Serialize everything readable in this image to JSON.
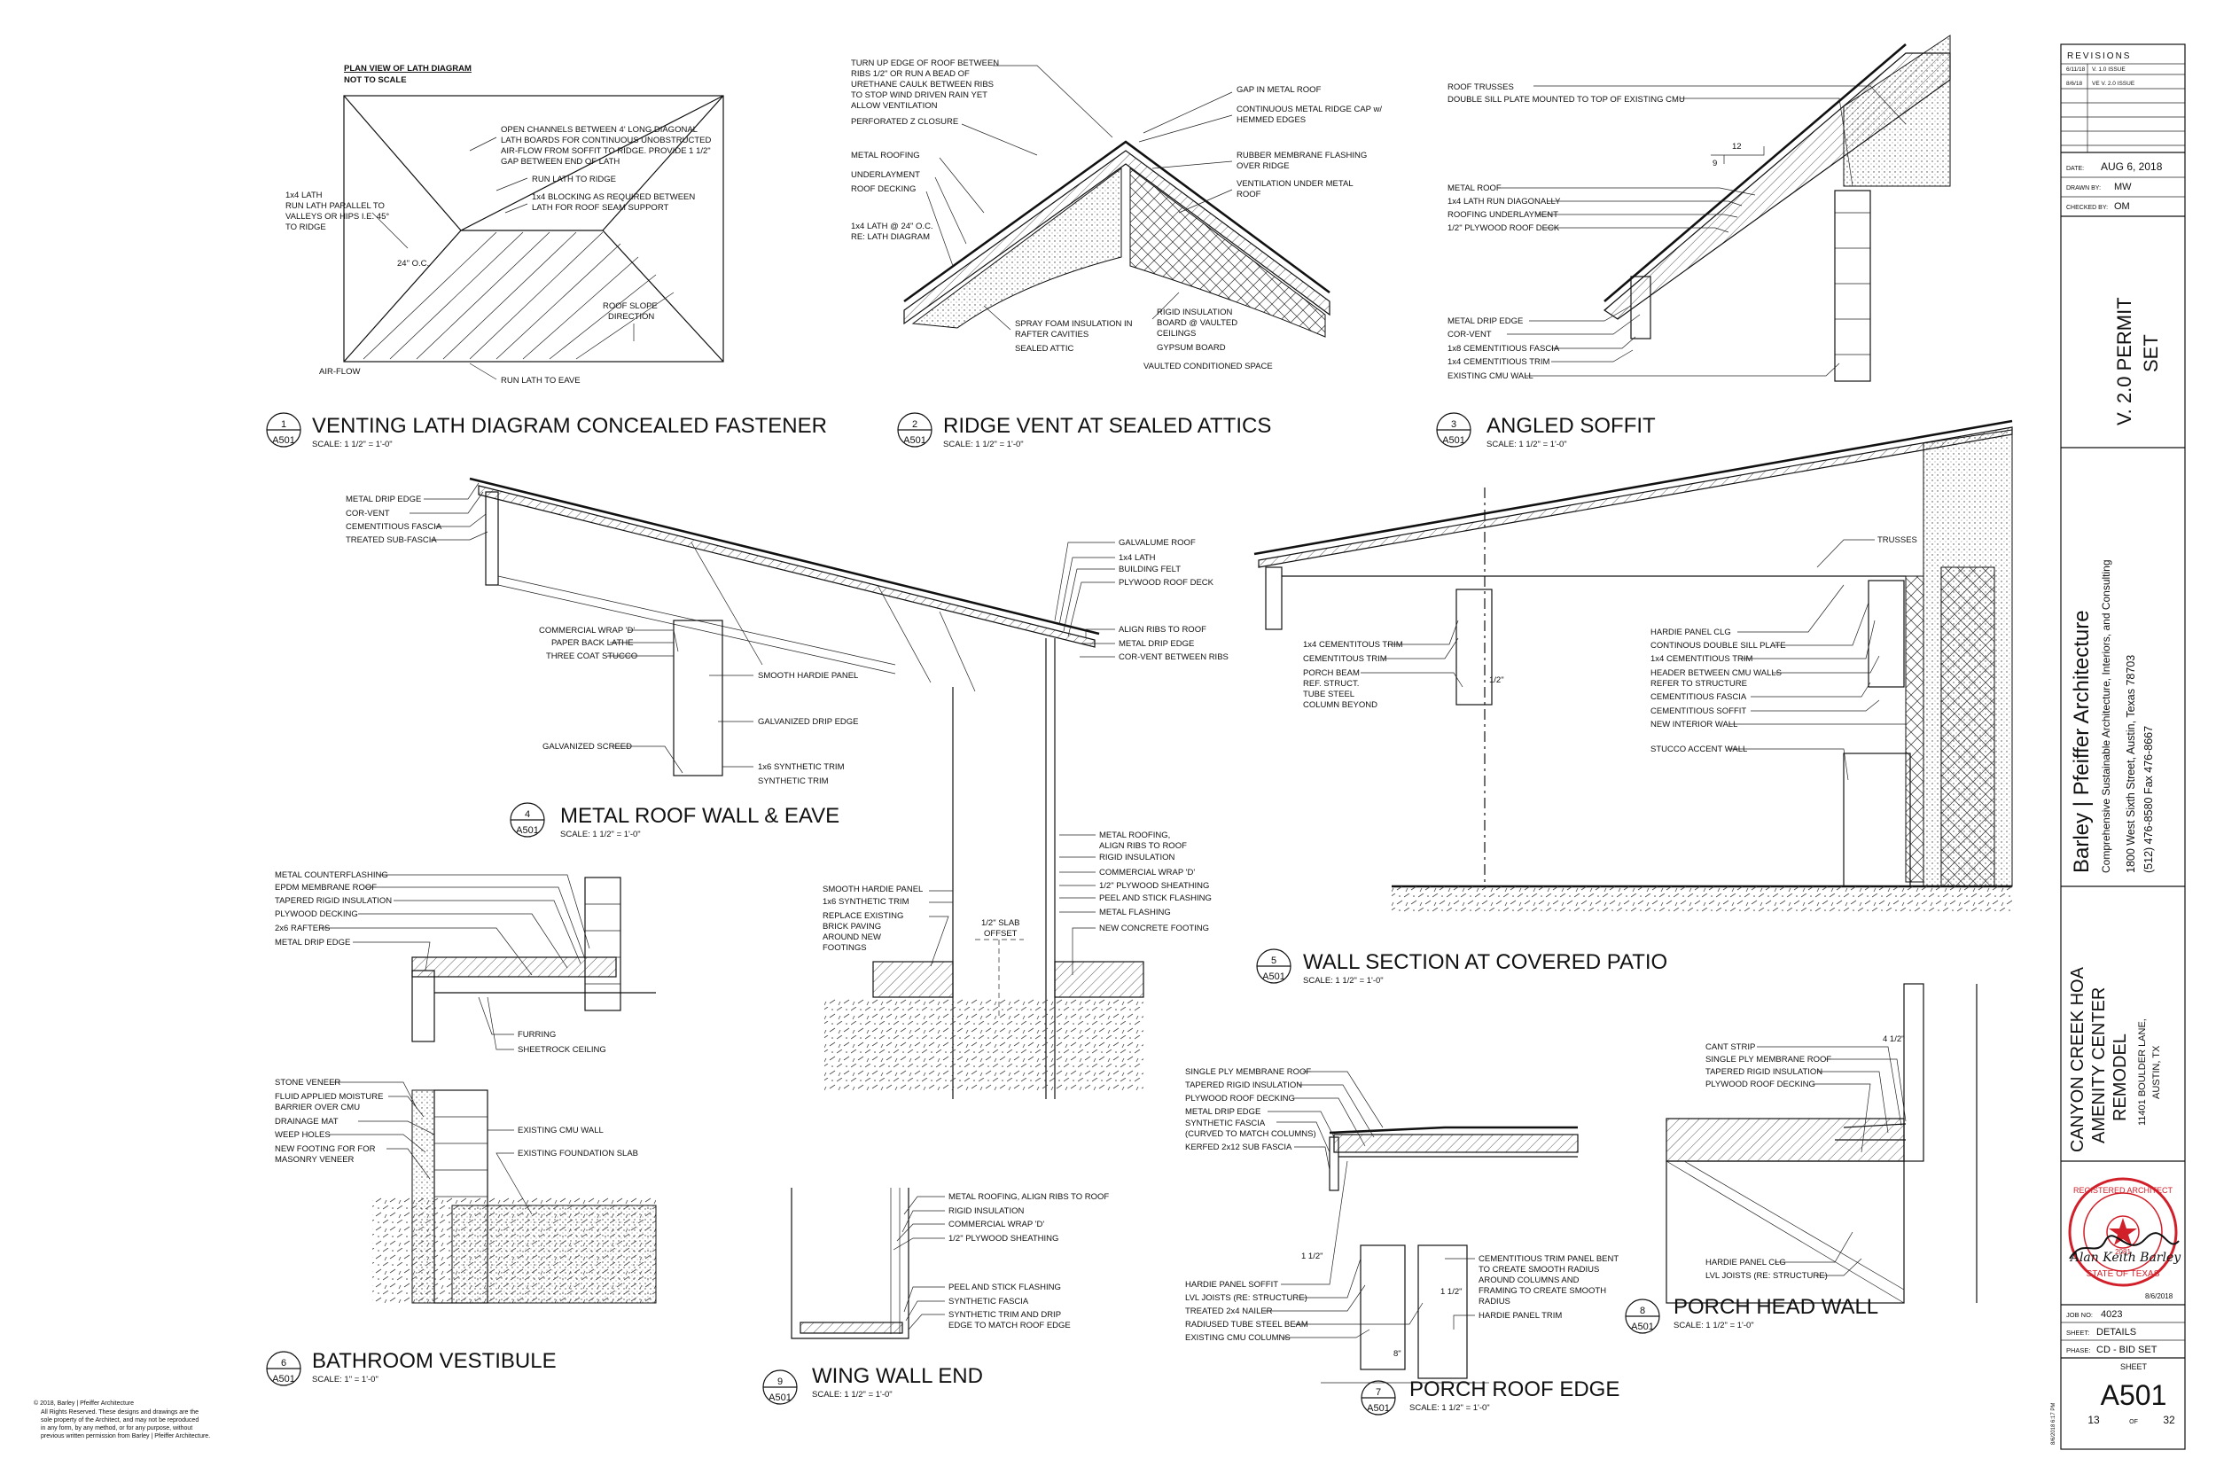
{
  "sheet": {
    "revisions_label": "REVISIONS",
    "revisions": [
      {
        "date": "6/11/18",
        "desc": "V. 1.0 ISSUE"
      },
      {
        "date": "8/6/18",
        "desc": "VE V. 2.0 ISSUE"
      }
    ],
    "date_label": "DATE:",
    "date_value": "AUG 6, 2018",
    "drawn_label": "DRAWN BY:",
    "drawn_value": "MW",
    "checked_label": "CHECKED BY:",
    "checked_value": "OM",
    "permit_line1": "V. 2.0 PERMIT",
    "permit_line2": "SET",
    "firm_name": "Barley | Pfeiffer Architecture",
    "firm_tagline": "Comprehensive Sustainable Architecture, Interiors, and Consulting",
    "firm_address": "1800 West Sixth Street, Austin, Texas 78703",
    "firm_phone": "(512) 476-8580  Fax 476-8667",
    "project_line1": "CANYON CREEK HOA",
    "project_line2": "AMENITY CENTER",
    "project_line3": "REMODEL",
    "project_addr1": "11401 BOULDER LANE,",
    "project_addr2": "AUSTIN, TX",
    "seal_text": "REGISTERED ARCHITECT",
    "seal_state": "STATE OF TEXAS",
    "seal_number": "2081",
    "signature": "Alan Keith Barley",
    "sign_date": "8/6/2018",
    "job_label": "JOB NO:",
    "job_value": "4023",
    "sheet_label": "SHEET:",
    "sheet_value": "DETAILS",
    "phase_label": "PHASE:",
    "phase_value": "CD - BID SET",
    "sheet_caption": "SHEET",
    "sheet_number": "A501",
    "sheet_index": "13",
    "sheet_of": "OF",
    "sheet_total": "32",
    "plot_stamp": "8/6/2018 6:17 PM",
    "copyright": "© 2018, Barley | Pfeiffer Architecture",
    "copyright_body": [
      "All Rights Reserved. These designs and drawings are the",
      "sole property of the Architect, and may not be reproduced",
      "in any form, by any method, or for any purpose, without",
      "previous written permission from Barley | Pfeiffer Architecture."
    ]
  },
  "details": {
    "d1": {
      "num": "1",
      "ref": "A501",
      "title": "VENTING LATH DIAGRAM CONCEALED FASTENER",
      "scale": "SCALE:  1 1/2\" = 1'-0\"",
      "plan_title": "PLAN VIEW OF LATH DIAGRAM",
      "plan_sub": "NOT TO SCALE",
      "notes": [
        "OPEN CHANNELS BETWEEN 4' LONG DIAGONAL",
        "LATH BOARDS FOR CONTINUOUS UNOBSTRUCTED",
        "AIR-FLOW FROM SOFFIT TO RIDGE. PROVIDE 1 1/2\"",
        "GAP BETWEEN END OF LATH",
        "RUN LATH TO RIDGE",
        "1x4 BLOCKING AS REQUIRED BETWEEN",
        "LATH FOR ROOF SEAM SUPPORT",
        "1x4 LATH",
        "RUN LATH PARALLEL TO",
        "VALLEYS OR HIPS I.E. 45°",
        "TO RIDGE",
        "ROOF SLOPE",
        "DIRECTION",
        "AIR-FLOW",
        "RUN LATH TO EAVE",
        "24\" O.C."
      ]
    },
    "d2": {
      "num": "2",
      "ref": "A501",
      "title": "RIDGE VENT AT SEALED ATTICS",
      "scale": "SCALE:  1 1/2\" = 1'-0\"",
      "notes_left": [
        "TURN UP EDGE OF ROOF BETWEEN",
        "RIBS 1/2\" OR RUN A BEAD OF",
        "URETHANE CAULK BETWEEN RIBS",
        "TO STOP WIND DRIVEN RAIN YET",
        "ALLOW VENTILATION",
        "PERFORATED Z CLOSURE",
        "METAL ROOFING",
        "UNDERLAYMENT",
        "ROOF DECKING",
        "1x4 LATH @ 24\" O.C.",
        "RE: LATH DIAGRAM"
      ],
      "notes_right": [
        "GAP IN METAL ROOF",
        "CONTINUOUS METAL RIDGE CAP w/",
        "HEMMED EDGES",
        "RUBBER MEMBRANE FLASHING",
        "OVER RIDGE",
        "VENTILATION UNDER METAL",
        "ROOF"
      ],
      "notes_bottom": [
        "SPRAY FOAM INSULATION IN",
        "RAFTER CAVITIES",
        "SEALED ATTIC",
        "RIGID INSULATION",
        "BOARD @ VAULTED",
        "CEILINGS",
        "GYPSUM BOARD",
        "VAULTED CONDITIONED SPACE"
      ]
    },
    "d3": {
      "num": "3",
      "ref": "A501",
      "title": "ANGLED SOFFIT",
      "scale": "SCALE:  1 1/2\" = 1'-0\"",
      "notes": [
        "ROOF TRUSSES",
        "DOUBLE SILL PLATE MOUNTED TO TOP OF EXISTING CMU",
        "METAL ROOF",
        "1x4 LATH RUN DIAGONALLY",
        "ROOFING UNDERLAYMENT",
        "1/2\" PLYWOOD ROOF DECK",
        "METAL DRIP EDGE",
        "COR-VENT",
        "1x8 CEMENTITIOUS FASCIA",
        "1x4 CEMENTITIOUS TRIM",
        "EXISTING CMU WALL"
      ],
      "slope_run": "12",
      "slope_rise": "9"
    },
    "d4": {
      "num": "4",
      "ref": "A501",
      "title": "METAL ROOF WALL &  EAVE",
      "scale": "SCALE:  1 1/2\" = 1'-0\"",
      "notes_left": [
        "METAL DRIP EDGE",
        "COR-VENT",
        "CEMENTITIOUS FASCIA",
        "TREATED SUB-FASCIA",
        "COMMERCIAL WRAP 'D'",
        "PAPER BACK LATHE",
        "THREE COAT STUCCO",
        "GALVANIZED SCREED"
      ],
      "notes_mid": [
        "SMOOTH HARDIE PANEL",
        "GALVANIZED DRIP EDGE",
        "1x6 SYNTHETIC TRIM",
        "SYNTHETIC TRIM"
      ],
      "notes_right": [
        "GALVALUME ROOF",
        "1x4 LATH",
        "BUILDING FELT",
        "PLYWOOD ROOF DECK",
        "ALIGN RIBS TO ROOF",
        "METAL DRIP EDGE",
        "COR-VENT BETWEEN RIBS"
      ],
      "notes_lower": [
        "METAL ROOFING,",
        "ALIGN RIBS TO ROOF",
        "RIGID INSULATION",
        "COMMERCIAL WRAP 'D'",
        "1/2\" PLYWOOD SHEATHING",
        "PEEL AND STICK FLASHING",
        "METAL FLASHING",
        "NEW CONCRETE FOOTING"
      ],
      "notes_lower_left": [
        "SMOOTH HARDIE PANEL",
        "1x6 SYNTHETIC TRIM",
        "REPLACE EXISTING",
        "BRICK PAVING",
        "AROUND NEW",
        "FOOTINGS"
      ],
      "slab": [
        "1/2\" SLAB",
        "OFFSET"
      ]
    },
    "d5": {
      "num": "5",
      "ref": "A501",
      "title": "WALL SECTION AT COVERED PATIO",
      "scale": "SCALE:  1 1/2\" = 1'-0\"",
      "notes_left": [
        "1x4 CEMENTITOUS TRIM",
        "CEMENTITOUS TRIM",
        "PORCH BEAM",
        "REF. STRUCT.",
        "TUBE STEEL",
        "COLUMN BEYOND"
      ],
      "notes_right": [
        "TRUSSES",
        "HARDIE PANEL CLG",
        "CONTINOUS DOUBLE SILL PLATE",
        "1x4 CEMENTITIOUS TRIM",
        "HEADER BETWEEN CMU WALLS",
        "REFER TO STRUCTURE",
        "CEMENTITIOUS FASCIA",
        "CEMENTITIOUS SOFFIT",
        "NEW INTERIOR WALL",
        "STUCCO ACCENT WALL"
      ],
      "dim": "1/2\""
    },
    "d6": {
      "num": "6",
      "ref": "A501",
      "title": "BATHROOM VESTIBULE",
      "scale": "SCALE:  1\" = 1'-0\"",
      "notes_top": [
        "METAL COUNTERFLASHING",
        "EPDM MEMBRANE ROOF",
        "TAPERED RIGID INSULATION",
        "PLYWOOD DECKING",
        "2x6 RAFTERS",
        "METAL DRIP EDGE"
      ],
      "notes_mid": [
        "FURRING",
        "SHEETROCK CEILING"
      ],
      "notes_low": [
        "STONE VENEER",
        "FLUID APPLIED MOISTURE",
        "BARRIER OVER CMU",
        "DRAINAGE MAT",
        "WEEP HOLES",
        "NEW FOOTING FOR FOR",
        "MASONRY VENEER"
      ],
      "notes_right": [
        "EXISTING CMU WALL",
        "EXISTING FOUNDATION SLAB"
      ]
    },
    "d7": {
      "num": "7",
      "ref": "A501",
      "title": "PORCH ROOF EDGE",
      "scale": "SCALE:  1 1/2\" = 1'-0\"",
      "notes_top": [
        "SINGLE PLY MEMBRANE ROOF",
        "TAPERED RIGID INSULATION",
        "PLYWOOD ROOF DECKING",
        "METAL DRIP EDGE",
        "SYNTHETIC FASCIA",
        "(CURVED TO MATCH COLUMNS)",
        "KERFED 2x12 SUB FASCIA"
      ],
      "notes_bottom": [
        "HARDIE PANEL SOFFIT",
        "LVL JOISTS (RE: STRUCTURE)",
        "TREATED 2x4 NAILER",
        "RADIUSED TUBE STEEL BEAM",
        "EXISTING CMU COLUMNS"
      ],
      "notes_right": [
        "CEMENTITIOUS TRIM PANEL BENT",
        "TO CREATE SMOOTH RADIUS",
        "AROUND COLUMNS AND",
        "FRAMING TO CREATE SMOOTH",
        "RADIUS",
        "HARDIE PANEL TRIM"
      ],
      "dims": [
        "1 1/2\"",
        "1 1/2\"",
        "8\""
      ]
    },
    "d8": {
      "num": "8",
      "ref": "A501",
      "title": "PORCH HEAD WALL",
      "scale": "SCALE:  1 1/2\" = 1'-0\"",
      "notes_top": [
        "CANT STRIP",
        "SINGLE PLY MEMBRANE ROOF",
        "TAPERED RIGID INSULATION",
        "PLYWOOD ROOF DECKING"
      ],
      "notes_bottom": [
        "HARDIE PANEL CLG",
        "LVL JOISTS (RE: STRUCTURE)"
      ],
      "dim": "4 1/2\""
    },
    "d9": {
      "num": "9",
      "ref": "A501",
      "title": "WING WALL END",
      "scale": "SCALE:  1 1/2\" = 1'-0\"",
      "notes": [
        "METAL ROOFING, ALIGN RIBS TO ROOF",
        "RIGID INSULATION",
        "COMMERCIAL WRAP 'D'",
        "1/2\" PLYWOOD SHEATHING",
        "PEEL AND STICK FLASHING",
        "SYNTHETIC FASCIA",
        "SYNTHETIC TRIM AND DRIP",
        "EDGE TO MATCH ROOF EDGE"
      ]
    }
  }
}
